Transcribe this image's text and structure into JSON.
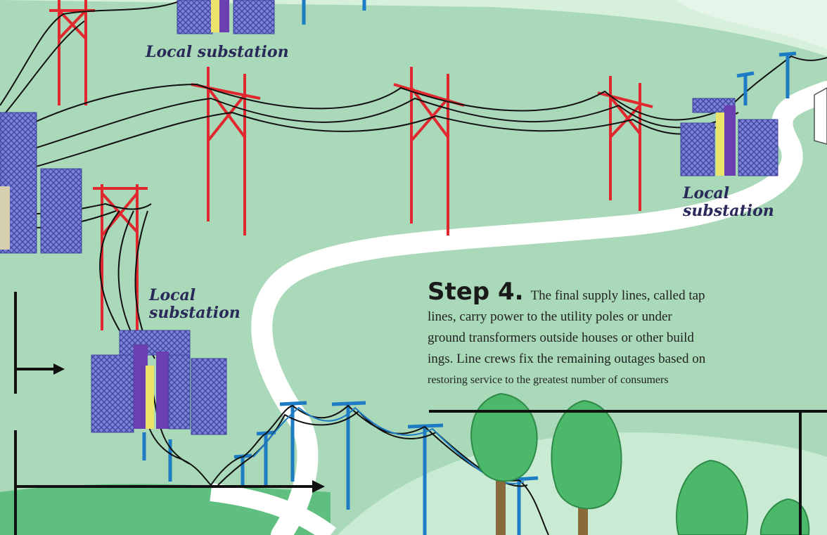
{
  "labels": {
    "substation_top": "Local substation",
    "substation_right_1": "Local",
    "substation_right_2": "substation",
    "substation_left_1": "Local",
    "substation_left_2": "substation"
  },
  "step4": {
    "title": "Step 4.",
    "lines": [
      "The final supply lines, called tap",
      "lines, carry power to the utility poles or under",
      "ground transformers outside houses or other build",
      "ings. Line crews fix the remaining outages based on",
      "restoring service to the greatest number of consumers"
    ]
  },
  "colors": {
    "background": "#a9d9b8",
    "hill_light": "#c6e9d0",
    "hill_dark": "#5fbf80",
    "road": "#ffffff",
    "pole_red": "#e0282e",
    "pole_blue": "#1e7cc4",
    "substation": "#5a5fbf",
    "tree": "#4cb86a"
  }
}
